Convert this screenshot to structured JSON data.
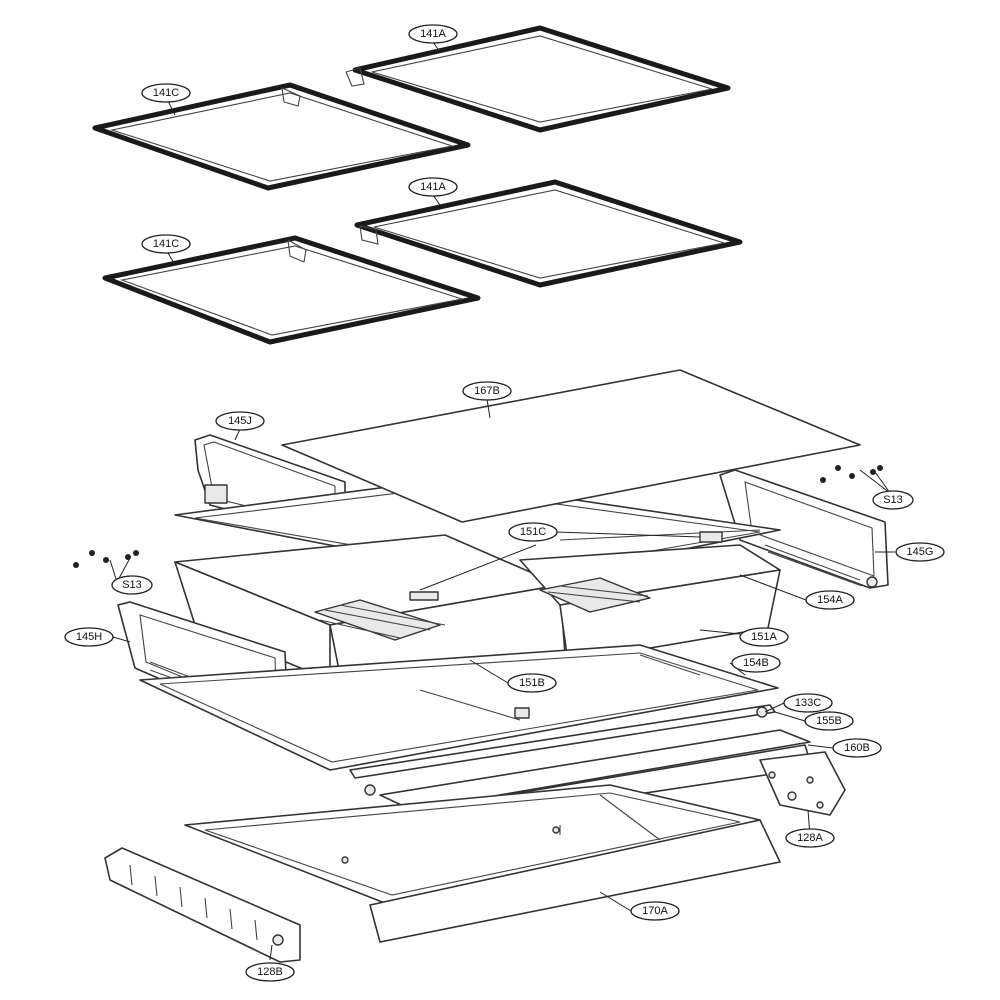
{
  "callouts": {
    "c141A_top": "141A",
    "c141C_top": "141C",
    "c141A_mid": "141A",
    "c141C_mid": "141C",
    "c167B": "167B",
    "c145J": "145J",
    "cS13_right": "S13",
    "c151C": "151C",
    "c145G": "145G",
    "cS13_left": "S13",
    "c154A": "154A",
    "c145H": "145H",
    "c151A": "151A",
    "c154B": "154B",
    "c151B": "151B",
    "c133C": "133C",
    "c155B": "155B",
    "c160B": "160B",
    "c128A": "128A",
    "c170A": "170A",
    "c128B": "128B"
  }
}
